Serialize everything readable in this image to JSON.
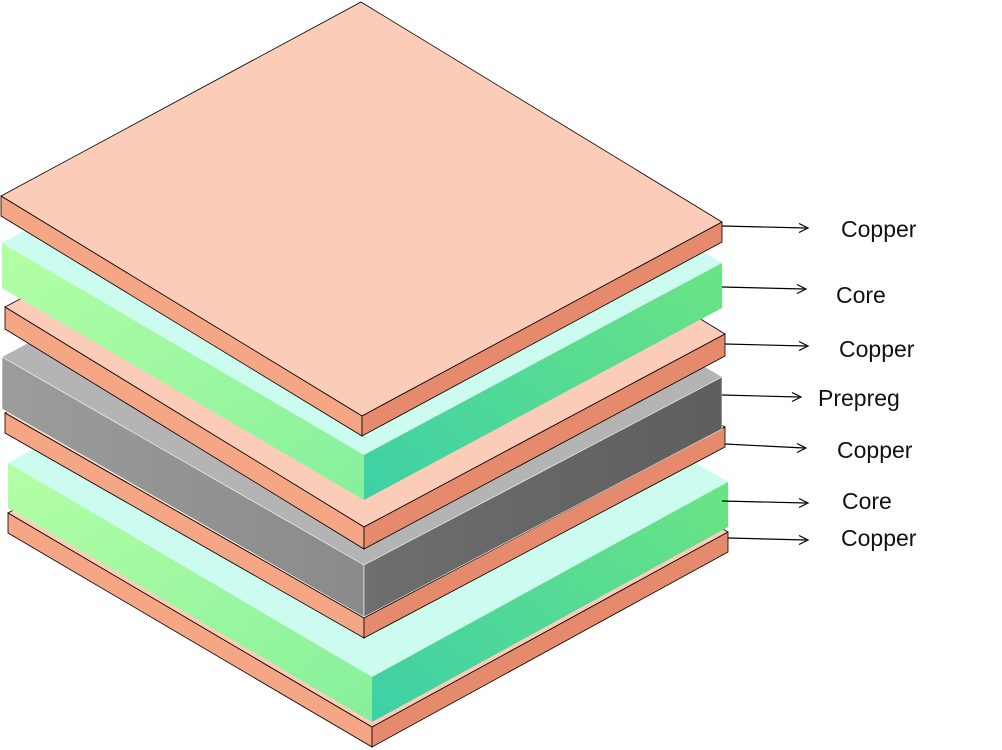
{
  "labels": [
    "Copper",
    "Core",
    "Copper",
    "Prepreg",
    "Copper",
    "Core",
    "Copper"
  ],
  "colors": {
    "copper_top": "#fbcdb9",
    "copper_side": "#e58a6c",
    "core_top": "#ccfbef",
    "core_side_left_light": "#b4ffa5",
    "core_side_left_dark": "#8ef09a",
    "core_side_right_light": "#66e08a",
    "core_side_right_dark": "#3ed2a0",
    "prepreg_top": "#b4b4b4",
    "prepreg_side_left": "#9a9a9a",
    "prepreg_side_right": "#6a6a6a",
    "outline": "#000000",
    "label_text": "#111111"
  }
}
